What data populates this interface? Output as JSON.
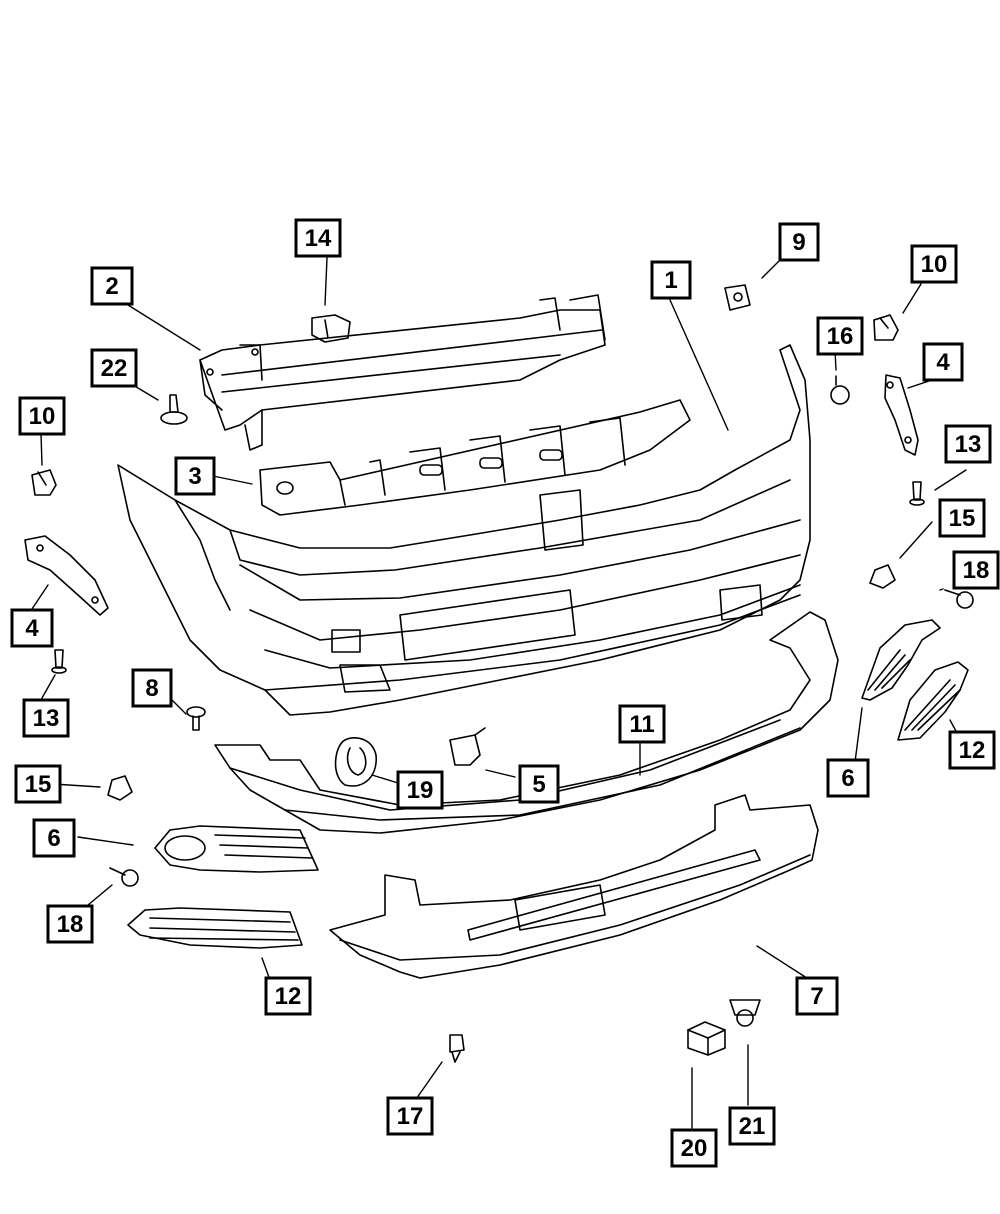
{
  "callouts": [
    {
      "id": "1",
      "label": "1"
    },
    {
      "id": "2",
      "label": "2"
    },
    {
      "id": "3",
      "label": "3"
    },
    {
      "id": "4a",
      "label": "4"
    },
    {
      "id": "4b",
      "label": "4"
    },
    {
      "id": "5",
      "label": "5"
    },
    {
      "id": "6a",
      "label": "6"
    },
    {
      "id": "6b",
      "label": "6"
    },
    {
      "id": "7",
      "label": "7"
    },
    {
      "id": "8",
      "label": "8"
    },
    {
      "id": "9",
      "label": "9"
    },
    {
      "id": "10a",
      "label": "10"
    },
    {
      "id": "10b",
      "label": "10"
    },
    {
      "id": "11",
      "label": "11"
    },
    {
      "id": "12a",
      "label": "12"
    },
    {
      "id": "12b",
      "label": "12"
    },
    {
      "id": "13a",
      "label": "13"
    },
    {
      "id": "13b",
      "label": "13"
    },
    {
      "id": "14",
      "label": "14"
    },
    {
      "id": "15a",
      "label": "15"
    },
    {
      "id": "15b",
      "label": "15"
    },
    {
      "id": "16",
      "label": "16"
    },
    {
      "id": "17",
      "label": "17"
    },
    {
      "id": "18a",
      "label": "18"
    },
    {
      "id": "18b",
      "label": "18"
    },
    {
      "id": "19",
      "label": "19"
    },
    {
      "id": "20",
      "label": "20"
    },
    {
      "id": "21",
      "label": "21"
    },
    {
      "id": "22",
      "label": "22"
    }
  ],
  "colors": {
    "line": "#000000",
    "background": "#ffffff"
  }
}
